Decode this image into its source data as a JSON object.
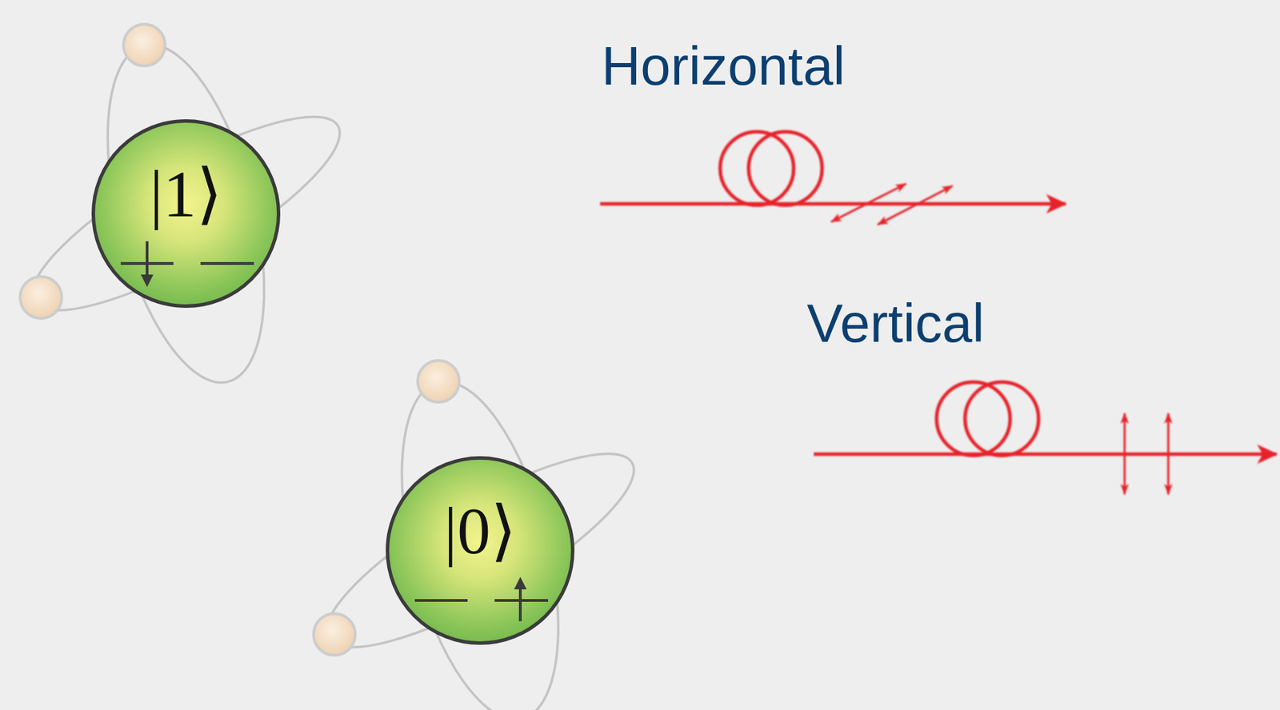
{
  "diagram": {
    "nodes": [
      {
        "text": [
          "|1⟩"
        ]
      },
      {
        "text": [
          "|0⟩"
        ]
      }
    ],
    "labels": [
      "Horizontal",
      "Vertical"
    ]
  }
}
